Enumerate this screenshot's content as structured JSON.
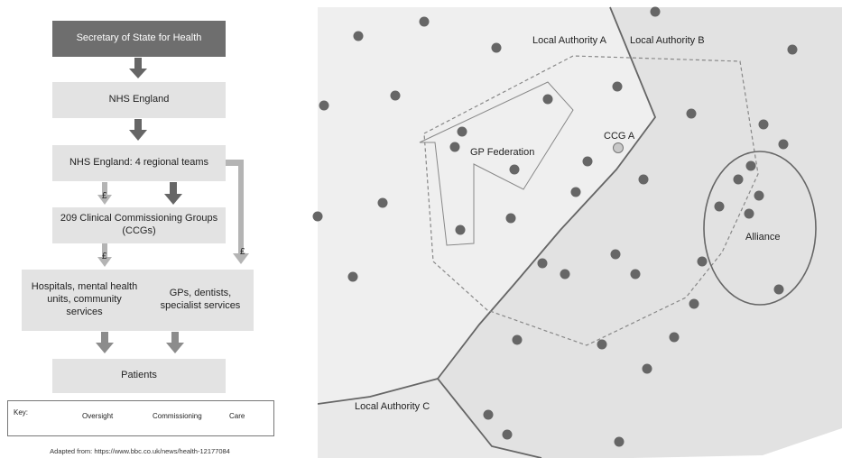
{
  "org_chart": {
    "secretary": "Secretary of State for Health",
    "nhs_england": "NHS England",
    "regional_teams": "NHS England: 4 regional teams",
    "ccgs": "209 Clinical Commissioning Groups (CCGs)",
    "hospitals": "Hospitals, mental health units, community services",
    "gps": "GPs, dentists, specialist services",
    "patients": "Patients",
    "pound_symbol": "£"
  },
  "key": {
    "title": "Key:",
    "oversight": "Oversight",
    "commissioning": "Commissioning",
    "care": "Care"
  },
  "source": "Adapted from: https://www.bbc.co.uk/news/health-12177084",
  "map": {
    "local_authority_a": "Local Authority A",
    "local_authority_b": "Local Authority B",
    "local_authority_c": "Local Authority C",
    "gp_federation": "GP Federation",
    "ccg_a": "CCG A",
    "alliance": "Alliance"
  },
  "colors": {
    "dark_box": "#6e6e6e",
    "light_box": "#e3e3e3",
    "oversight_arrow": "#666666",
    "commissioning_arrow": "#b4b4b4",
    "care_arrow": "#8c8c8c",
    "region_a": "#efefef",
    "region_b": "#e2e2e2",
    "practice_dot": "#666666",
    "ccg_dot": "#c9c9c9"
  }
}
